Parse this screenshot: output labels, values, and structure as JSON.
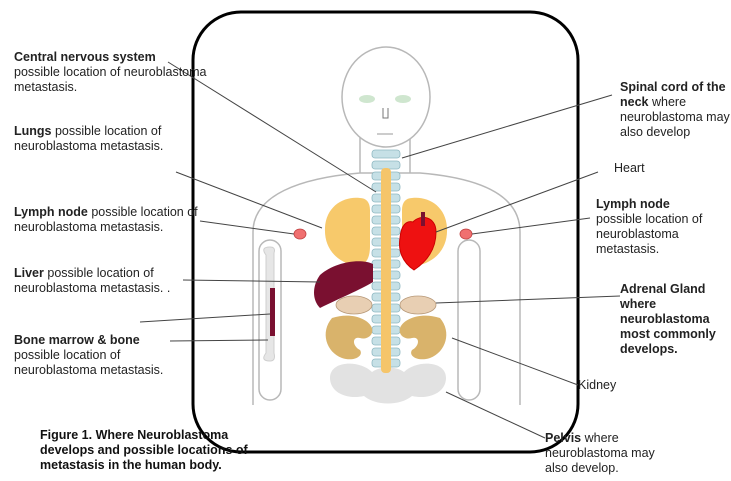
{
  "labels": {
    "cns": {
      "bold": "Central nervous system",
      "text": "possible location of neuroblastoma metastasis."
    },
    "lungs": {
      "bold": "Lungs",
      "text": "possible location of neuroblastoma metastasis."
    },
    "lymph_left": {
      "bold": "Lymph node",
      "text": "possible location of neuroblastoma metastasis."
    },
    "liver": {
      "bold": "Liver",
      "text": "possible location of neuroblastoma metastasis. ."
    },
    "bone": {
      "bold": "Bone marrow & bone",
      "text": "possible location of neuroblastoma metastasis."
    },
    "spinal": {
      "bold": "Spinal cord of the neck",
      "text": "where neuroblastoma may also develop"
    },
    "heart": {
      "bold": "",
      "text": "Heart"
    },
    "lymph_right": {
      "bold": "Lymph node",
      "text": "possible location of neuroblastoma metastasis."
    },
    "adrenal": {
      "bold": "Adrenal Gland where neuroblastoma most commonly develops.",
      "text": ""
    },
    "kidney": {
      "bold": "",
      "text": "Kidney"
    },
    "pelvis": {
      "bold": "Pelvis",
      "text": "where neuroblastoma may also develop."
    }
  },
  "caption": "Figure 1. Where Neuroblastoma develops and possible locations of metastasis in the human body.",
  "colors": {
    "frame": "#000000",
    "body_outline": "#b8b8b8",
    "spine": "#c6e0e6",
    "spinal_cord": "#f5c56a",
    "lungs": "#f7c96b",
    "heart": "#ee1111",
    "liver": "#7a1030",
    "kidney": "#d9b36b",
    "adrenal": "#e8cfb3",
    "bone_marrow": "#7a1030",
    "lymph": "#f07070",
    "pelvis": "#e2e2e2",
    "eyes": "#cfe6cf"
  }
}
